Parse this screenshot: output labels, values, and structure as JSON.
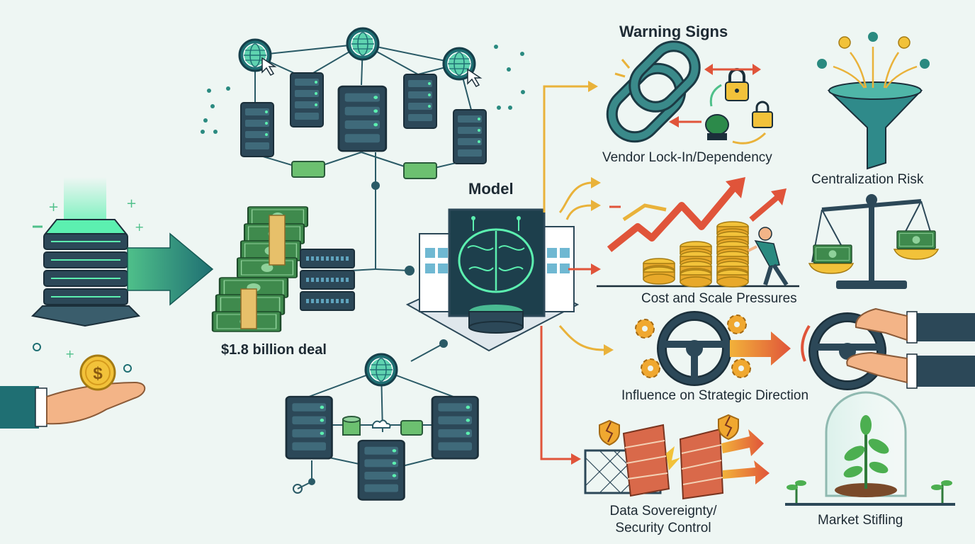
{
  "labels": {
    "title": "Warning Signs",
    "model": "Model",
    "deal": "$1.8 billion deal",
    "vendor_lock_in": "Vendor Lock-In/Dependency",
    "centralization_risk": "Centralization Risk",
    "cost_scale": "Cost and Scale Pressures",
    "influence": "Influence on Strategic Direction",
    "data_sovereignty_line1": "Data Sovereignty/",
    "data_sovereignty_line2": "Security Control",
    "market_stifling": "Market Stifling"
  },
  "coin_symbol": "$",
  "colors": {
    "background": "#eef6f3",
    "teal": "#1f6f73",
    "dark_navy": "#2c4858",
    "green_glow": "#5cf0b0",
    "money_green": "#3f8a4d",
    "arrow_orange": "#e9b23a",
    "arrow_red": "#e0543a",
    "gold": "#f2c23a"
  },
  "icons": [
    "server-stack-icon",
    "globe-icon",
    "cursor-icon",
    "money-stack-icon",
    "brain-chip-icon",
    "building-icon",
    "chain-link-icon",
    "padlock-icon",
    "funnel-icon",
    "scale-icon",
    "coins-icon",
    "trend-up-arrow-icon",
    "steering-wheel-icon",
    "gear-icon",
    "hand-icon",
    "brick-wall-icon",
    "fence-icon",
    "shield-broken-icon",
    "plant-dome-icon",
    "coin-icon"
  ]
}
